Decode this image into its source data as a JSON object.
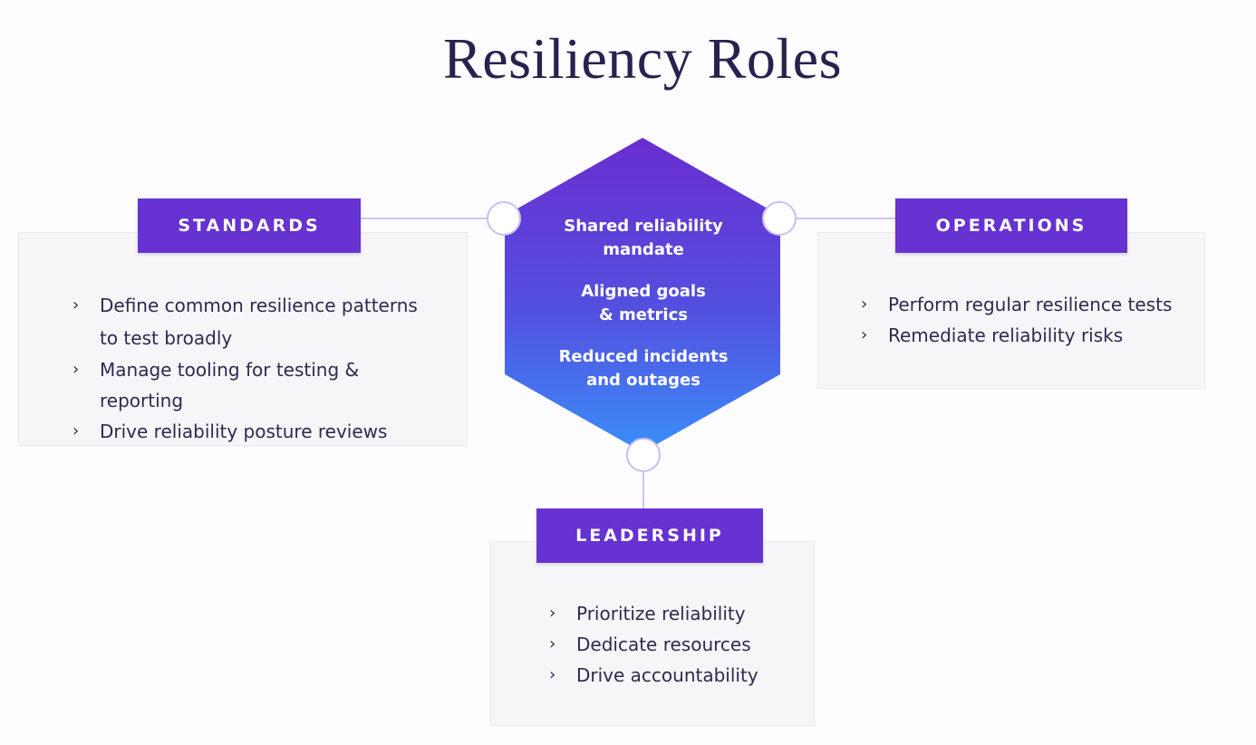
{
  "title": "Resiliency Roles",
  "center": {
    "points": [
      "Shared reliability mandate",
      "Aligned goals & metrics",
      "Reduced incidents and outages"
    ]
  },
  "standards": {
    "label": "STANDARDS",
    "items": [
      "Define common resilience patterns to test broadly",
      "Manage tooling for testing & reporting",
      "Drive reliability posture reviews"
    ]
  },
  "operations": {
    "label": "OPERATIONS",
    "items": [
      "Perform regular resilience tests",
      "Remediate reliability risks"
    ]
  },
  "leadership": {
    "label": "LEADERSHIP",
    "items": [
      "Prioritize reliability",
      "Dedicate resources",
      "Drive accountability"
    ]
  },
  "colors": {
    "accent": "#6632d2",
    "hex_top": "#6a2dd0",
    "hex_bottom": "#3a8ef8",
    "panel": "#f6f5f7",
    "title": "#27224f"
  }
}
